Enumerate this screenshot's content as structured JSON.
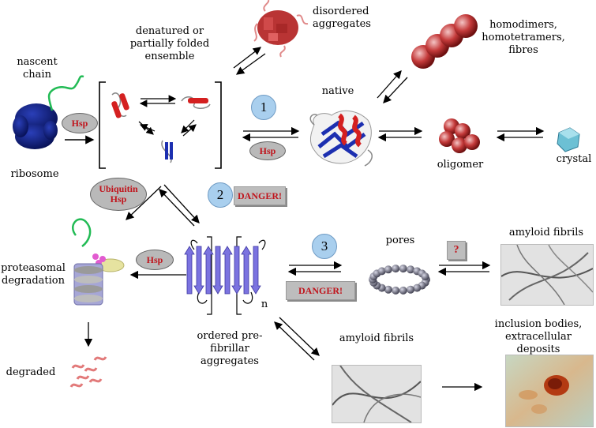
{
  "labels": {
    "nascent_chain": "nascent\nchain",
    "ribosome": "ribosome",
    "denatured": "denatured or\npartially folded\nensemble",
    "disordered": "disordered\naggregates",
    "homodimers": "homodimers,\nhomotetramers,\nfibres",
    "native": "native",
    "oligomer": "oligomer",
    "crystal": "crystal",
    "proteasomal": "proteasomal\ndegradation",
    "degraded": "degraded",
    "ordered": "ordered pre-\nfibrillar\naggregates",
    "n_sub": "n",
    "pores": "pores",
    "amyloid_top": "amyloid fibrils",
    "amyloid_bottom": "amyloid fibrils",
    "inclusion": "inclusion bodies,\nextracellular deposits"
  },
  "badges": {
    "hsp_ribosome": "Hsp",
    "hsp_native": "Hsp",
    "ubiquitin": "Ubiquitin\nHsp",
    "hsp_proteasome": "Hsp",
    "num1": "1",
    "num2": "2",
    "num3": "3",
    "danger1": "DANGER!",
    "danger2": "DANGER!",
    "question": "?"
  },
  "colors": {
    "ribosome": "#0a1a78",
    "helix": "#d42020",
    "strand": "#1c2fb0",
    "danger_text": "#c0141c",
    "number_circle": "#a9cfee",
    "hsp_oval": "#b9b9b9",
    "chain": "#22bb55",
    "pre_fibril_arrows": "#7b73e0"
  }
}
